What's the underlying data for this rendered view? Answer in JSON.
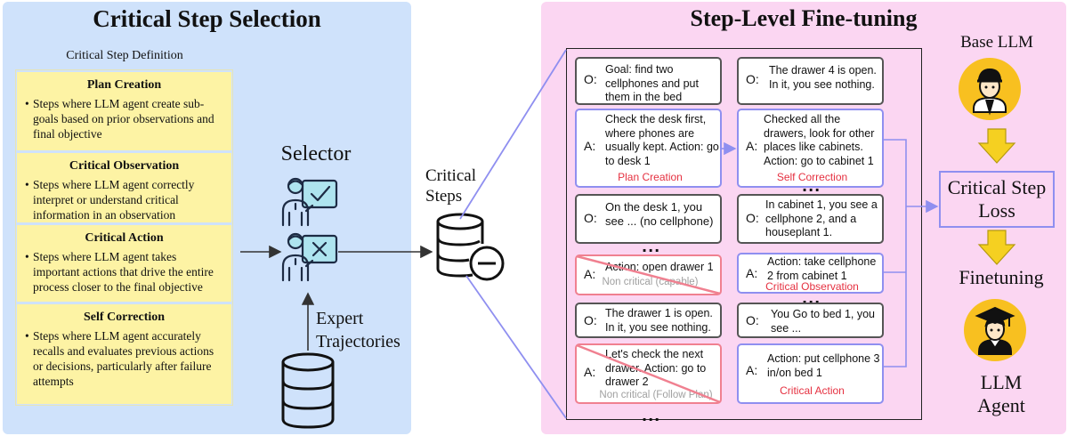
{
  "left": {
    "title": "Critical Step Selection",
    "definition_title": "Critical Step Definition",
    "definitions": [
      {
        "title": "Plan Creation",
        "text": "Steps where LLM agent create sub-goals based on prior observations and final objective"
      },
      {
        "title": "Critical Observation",
        "text": "Steps where LLM agent correctly interpret or understand critical information in an observation"
      },
      {
        "title": "Critical Action",
        "text": "Steps where LLM agent takes important actions that drive the entire process closer to the final objective"
      },
      {
        "title": "Self Correction",
        "text": "Steps where LLM agent accurately recalls and evaluates previous actions or decisions, particularly after failure attempts"
      }
    ],
    "selector_label": "Selector",
    "expert_label_1": "Expert",
    "expert_label_2": "Trajectories"
  },
  "middle": {
    "critical_steps_1": "Critical",
    "critical_steps_2": "Steps"
  },
  "right": {
    "title": "Step-Level Fine-tuning",
    "base_llm": "Base LLM",
    "loss_line1": "Critical Step",
    "loss_line2": "Loss",
    "finetuning": "Finetuning",
    "agent_line1": "LLM",
    "agent_line2": "Agent",
    "dots": "...",
    "steps": {
      "l1": {
        "prefix": "O:",
        "text": "Goal: find two cellphones and put them in the bed"
      },
      "l2": {
        "prefix": "A:",
        "text": "Check the desk first, where phones are usually kept. Action: go to desk 1",
        "tag": "Plan Creation"
      },
      "l3": {
        "prefix": "O:",
        "text": "On the desk 1, you see ... (no cellphone)"
      },
      "l4": {
        "prefix": "A:",
        "text": "Action: open drawer 1",
        "tag": "Non critical (capable)"
      },
      "l5": {
        "prefix": "O:",
        "text": "The drawer 1 is open. In it, you see nothing."
      },
      "l6": {
        "prefix": "A:",
        "text": "Let's check the next drawer. Action: go to drawer 2",
        "tag": "Non critical (Follow Plan)"
      },
      "r1": {
        "prefix": "O:",
        "text": "The drawer 4 is open. In it, you see nothing."
      },
      "r2": {
        "prefix": "A:",
        "text": "Checked all the drawers, look for other places like cabinets. Action: go to cabinet 1",
        "tag": "Self Correction"
      },
      "r3": {
        "prefix": "O:",
        "text": "In cabinet 1, you see a cellphone 2, and a houseplant 1."
      },
      "r4": {
        "prefix": "A:",
        "text": "Action: take cellphone 2 from cabinet 1",
        "tag": "Critical Observation"
      },
      "r5": {
        "prefix": "O:",
        "text": "You Go to bed 1, you see ..."
      },
      "r6": {
        "prefix": "A:",
        "text": "Action: put cellphone 3 in/on bed 1",
        "tag": "Critical Action"
      }
    }
  },
  "colors": {
    "left_panel": "#cfe2fb",
    "right_panel": "#fbd6f2",
    "definition_box": "#fdf3a4",
    "action_border": "#8f8ff0",
    "noncritical_border": "#f08090",
    "tag_red": "#e53040",
    "arrow_yellow": "#f5d021",
    "avatar_circle": "#f8c020"
  },
  "icons": [
    "selector-icon",
    "database-icon",
    "database-minus-icon",
    "base-llm-avatar-icon",
    "graduate-avatar-icon",
    "down-arrow-icon"
  ]
}
